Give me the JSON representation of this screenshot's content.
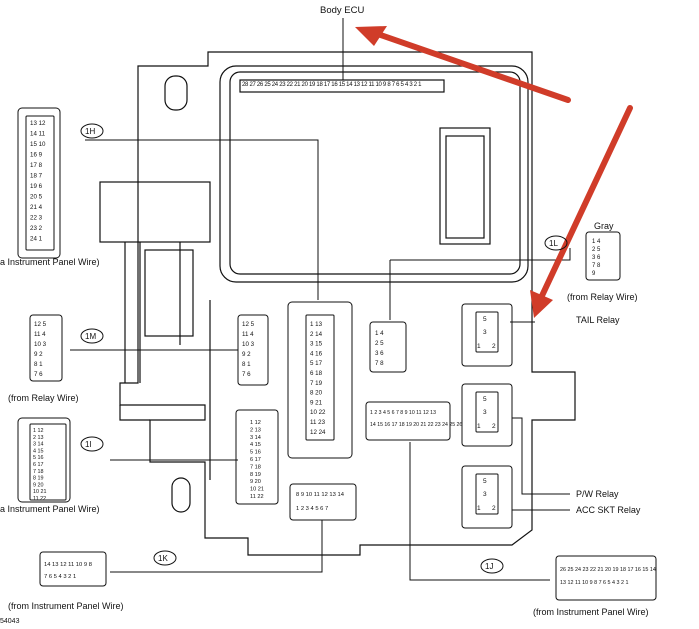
{
  "title": "Body ECU",
  "labels": {
    "instrument_wire_left_top": "a Instrument Panel Wire)",
    "relay_wire_left": "(from Relay Wire)",
    "instrument_wire_left_mid": "a Instrument Panel Wire)",
    "instrument_wire_bottom_left": "(from Instrument Panel Wire)",
    "instrument_wire_bottom_right": "(from Instrument Panel Wire)",
    "gray": "Gray",
    "relay_wire_right": "(from Relay Wire)",
    "tail_relay": "TAIL Relay",
    "pw_relay": "P/W Relay",
    "acc_skt_relay": "ACC SKT Relay",
    "figure_code": "54043"
  },
  "connectors": {
    "c1H": "1H",
    "c1M": "1M",
    "c1I": "1I",
    "c1K": "1K",
    "c1J": "1J",
    "c1L": "1L"
  },
  "ecu_pins": "28 27 26 25 24 23 22 21 20 19 18 17 16 15 14 13 12 11 10 9 8 7 6 5 4 3 2 1",
  "connector_pins": {
    "h_left": [
      "13 12",
      "14 11",
      "15 10",
      "16 9",
      "17 8",
      "18 7",
      "19 6",
      "20 5",
      "21 4",
      "22 3",
      "23 2",
      "24 1"
    ],
    "m_left": [
      "12 5",
      "11 4",
      "10 3",
      "9 2",
      "8 1",
      "7 6"
    ],
    "m_board": [
      "12 5",
      "11 4",
      "10 3",
      "9 2",
      "8 1",
      "7 6"
    ],
    "h_board": [
      "1 13",
      "2 14",
      "3 15",
      "4 16",
      "5 17",
      "6 18",
      "7 19",
      "8 20",
      "9 21",
      "10 22",
      "11 23",
      "12 24"
    ],
    "l_board": [
      "1 4",
      "2 5",
      "3 6",
      "7 8"
    ],
    "l_gray": [
      "1 4",
      "2 5",
      "3 6",
      "7 8",
      "9"
    ],
    "i_board": [
      "1 12",
      "2 13",
      "3 14",
      "4 15",
      "5 16",
      "6 17",
      "7 18",
      "8 19",
      "9 20",
      "10 21",
      "11 22"
    ],
    "j_board_top": "1 2 3 4 5 6 7 8 9 10 11 12 13",
    "j_board_bottom": "14 15 16 17 18 19 20 21 22 23 24 25 26",
    "k_board_top": "8 9 10 11 12 13 14",
    "k_board_bottom": "1 2 3 4 5 6 7",
    "k_left_top": "14 13 12 11 10 9 8",
    "k_left_bottom": "7 6 5 4 3 2 1",
    "j_right_top": "26 25 24 23 22 21 20 19 18 17 16 15 14",
    "j_right_bottom": "13 12 11 10 9 8 7 6 5 4 3 2 1",
    "relay": [
      "5",
      "3",
      "1",
      "2"
    ]
  }
}
